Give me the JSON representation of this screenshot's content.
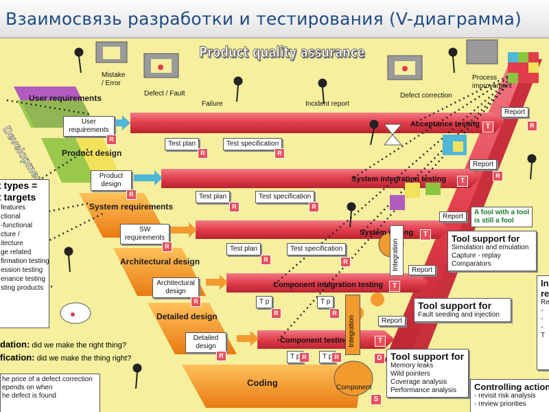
{
  "slide_title": "Взаимосвязь разработки и тестирования (V-диаграмма)",
  "banner": "Product quality assurance",
  "top_labels": {
    "mistake": "Mistake\n/ Error",
    "defect": "Defect / Fault",
    "failure": "Failure",
    "incident": "Incident report",
    "correction": "Defect correction",
    "process": "Process\nimprovement"
  },
  "development_label": "Development",
  "phases": [
    "User requirements",
    "Product design",
    "System requirements",
    "Architectural design",
    "Detailed design",
    "Coding"
  ],
  "docs": [
    "User requirements",
    "Product design",
    "SW requirements",
    "Architectural design",
    "Detailed design"
  ],
  "test_levels": [
    "Acceptance testing",
    "System integration testing",
    "System testing",
    "Component integration testing",
    "Component testing"
  ],
  "plan_label": "Test plan",
  "spec_label": "Test specification",
  "tp_label": "T p",
  "report_label": "Report",
  "r_letter": "R",
  "t_letter": "T",
  "d_letter": "D",
  "s_letter": "S",
  "integration_label": "Integration",
  "component_label": "Component",
  "fool_note": "A fool with a tool\nis still a fool",
  "tool_panels": [
    {
      "title": "Tool support for",
      "items": [
        "Simulation and emulation",
        "Capture - replay",
        "Comparators"
      ]
    },
    {
      "title": "Tool support for",
      "items": [
        "Fault seeding and injection"
      ]
    },
    {
      "title": "Tool support for",
      "items": [
        "Memory leaks",
        "Wild pointers",
        "Coverage analysis",
        "Performance analysis"
      ]
    }
  ],
  "controlling": {
    "title": "Controlling actions",
    "items": [
      "- revisit risk analysis",
      "- review priorities"
    ]
  },
  "left_panel": {
    "title": "t types =\nt targets",
    "items": [
      "features",
      "ctional",
      "-functional",
      "cture /",
      "itecture",
      "ge related",
      "firmation testing",
      "ession testing",
      "enance testing",
      "sting products"
    ]
  },
  "validation": {
    "label": "dation:",
    "text": "did we make the right thing?"
  },
  "verification": {
    "label": "fication:",
    "text": "did we make the thing right?"
  },
  "defect_cost_note": "he price of a defect correction\nepends on when\nhe defect is found",
  "right_edge": {
    "head": "In\nre",
    "items": [
      "Re",
      "-",
      "-",
      "-",
      "T"
    ]
  },
  "colors": {
    "red_bar": "#e24a56",
    "orange": "#f29a2e",
    "green": "#8bc53f",
    "purple": "#b25cc0",
    "yellow": "#f2e25a",
    "teal": "#4fb6d8"
  }
}
